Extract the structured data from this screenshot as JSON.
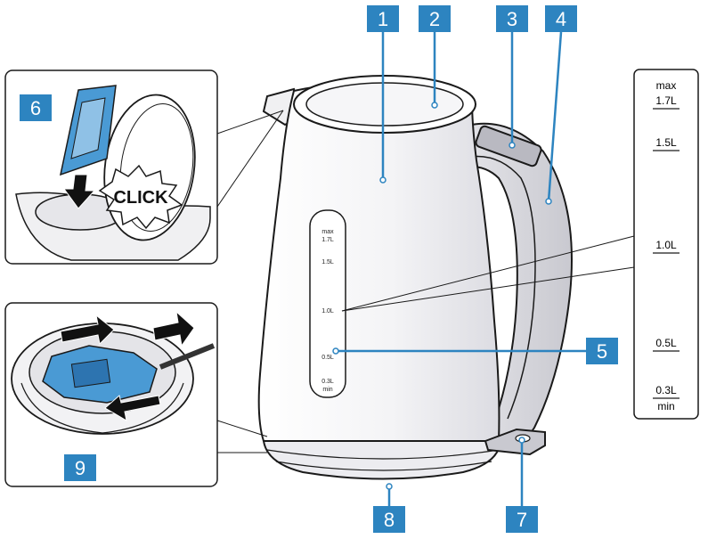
{
  "callouts": [
    "1",
    "2",
    "3",
    "4",
    "5",
    "6",
    "7",
    "8",
    "9"
  ],
  "click_label": "CLICK",
  "scale_labels": {
    "max": "max",
    "l17": "1.7L",
    "l15": "1.5L",
    "l10": "1.0L",
    "l05": "0.5L",
    "l03": "0.3L",
    "min": "min"
  },
  "colors": {
    "badge": "#2d84c0",
    "filter_blue": "#4a9ad4",
    "kettle_fill": "#f2f2f4",
    "handle_fill": "#d8d8de",
    "outline": "#1a1a1a"
  }
}
